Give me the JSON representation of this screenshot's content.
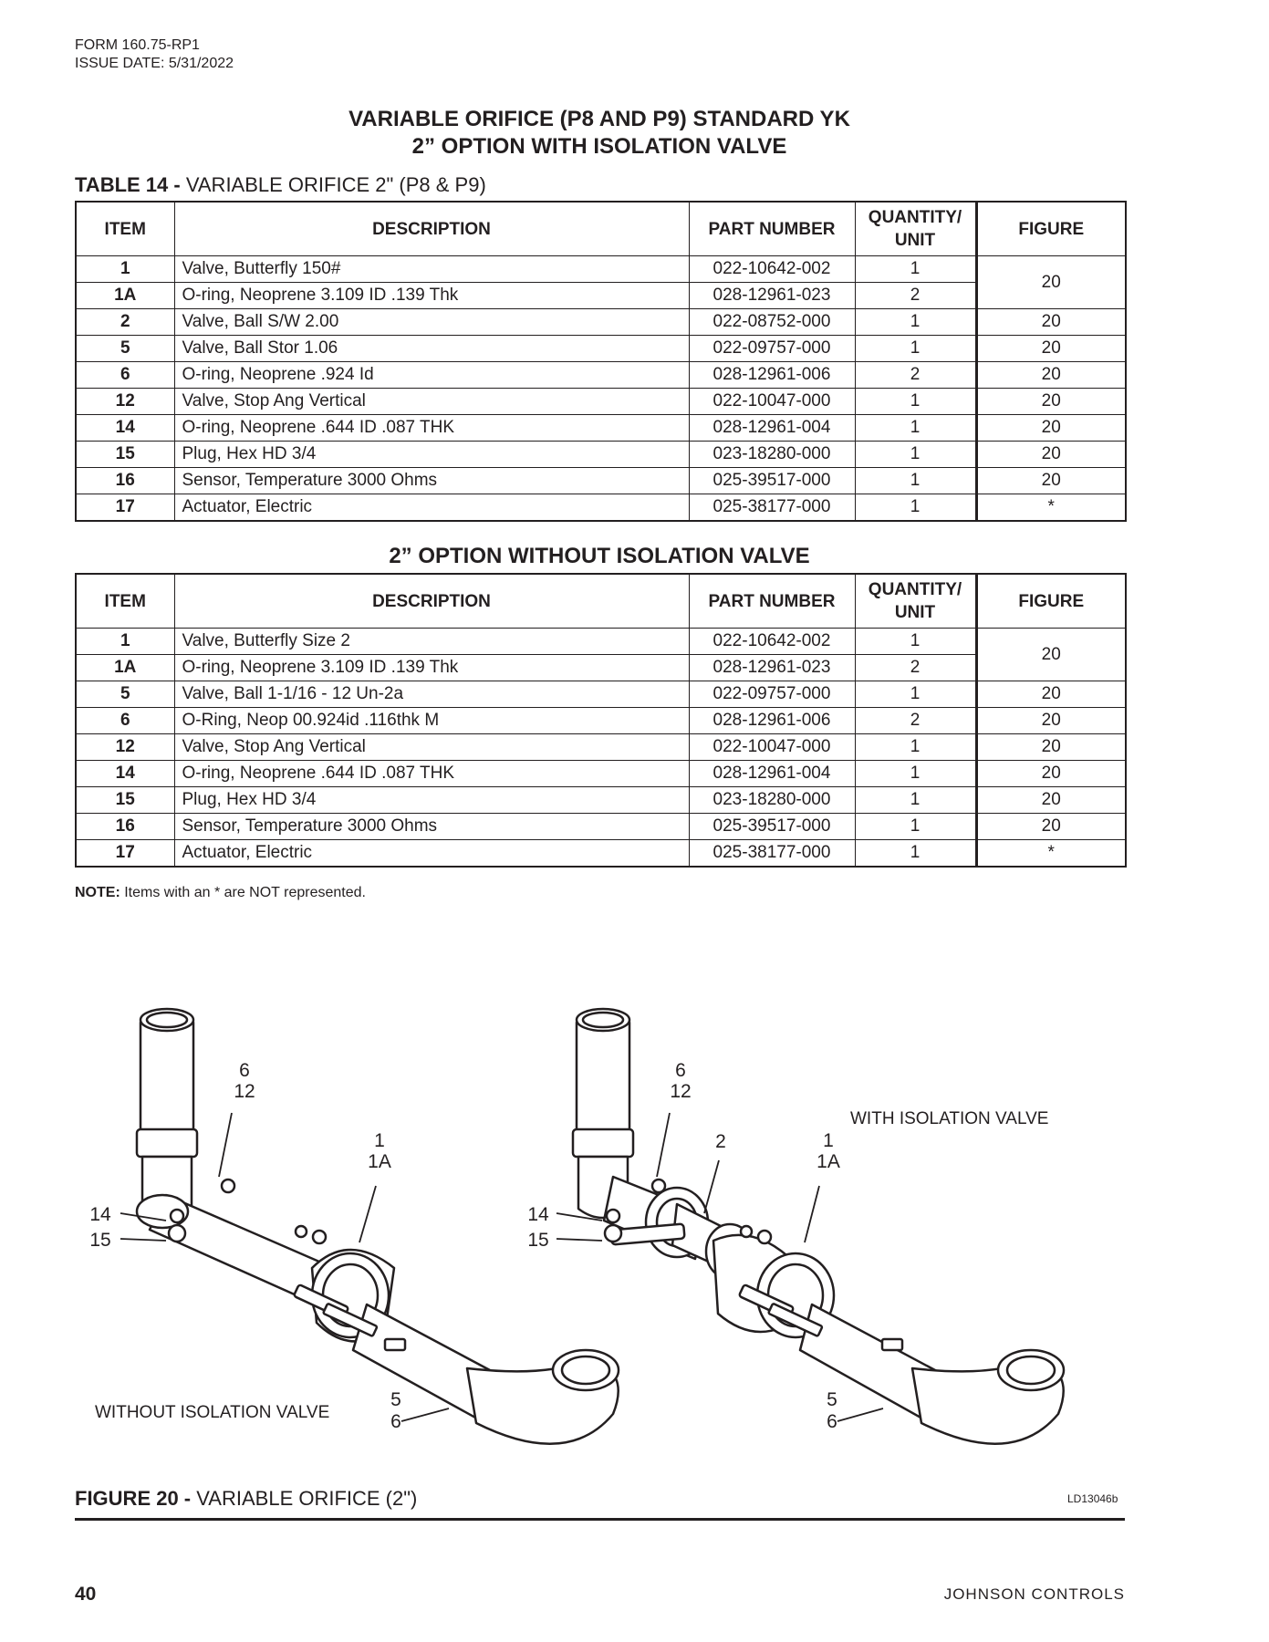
{
  "header": {
    "form": "FORM 160.75-RP1",
    "issue": "ISSUE DATE: 5/31/2022"
  },
  "title_line1": "VARIABLE ORIFICE (P8 AND P9) STANDARD YK",
  "title_line2": "2” OPTION WITH ISOLATION VALVE",
  "table_caption": {
    "label": "TABLE 14 -",
    "text": "VARIABLE ORIFICE 2\" (P8 & P9)"
  },
  "columns": {
    "item": "ITEM",
    "description": "DESCRIPTION",
    "part": "PART NUMBER",
    "qty": "QUANTITY/ UNIT",
    "figure": "FIGURE"
  },
  "table1": {
    "rows": [
      {
        "item": "1",
        "description": "Valve, Butterfly 150#",
        "part": "022-10642-002",
        "qty": "1",
        "figure": "20"
      },
      {
        "item": "1A",
        "description": "O-ring, Neoprene 3.109 ID .139 Thk",
        "part": "028-12961-023",
        "qty": "2",
        "figure": ""
      },
      {
        "item": "2",
        "description": "Valve, Ball S/W 2.00",
        "part": "022-08752-000",
        "qty": "1",
        "figure": "20"
      },
      {
        "item": "5",
        "description": "Valve, Ball Stor 1.06",
        "part": "022-09757-000",
        "qty": "1",
        "figure": "20"
      },
      {
        "item": "6",
        "description": "O-ring, Neoprene .924 Id",
        "part": "028-12961-006",
        "qty": "2",
        "figure": "20"
      },
      {
        "item": "12",
        "description": "Valve, Stop Ang Vertical",
        "part": "022-10047-000",
        "qty": "1",
        "figure": "20"
      },
      {
        "item": "14",
        "description": "O-ring, Neoprene .644 ID .087 THK",
        "part": "028-12961-004",
        "qty": "1",
        "figure": "20"
      },
      {
        "item": "15",
        "description": "Plug, Hex HD 3/4",
        "part": "023-18280-000",
        "qty": "1",
        "figure": "20"
      },
      {
        "item": "16",
        "description": "Sensor, Temperature 3000 Ohms",
        "part": "025-39517-000",
        "qty": "1",
        "figure": "20"
      },
      {
        "item": "17",
        "description": "Actuator, Electric",
        "part": "025-38177-000",
        "qty": "1",
        "figure": "*"
      }
    ]
  },
  "section2_title": "2” OPTION WITHOUT ISOLATION VALVE",
  "table2": {
    "rows": [
      {
        "item": "1",
        "description": "Valve, Butterfly Size 2",
        "part": "022-10642-002",
        "qty": "1",
        "figure": "20"
      },
      {
        "item": "1A",
        "description": "O-ring, Neoprene 3.109 ID .139 Thk",
        "part": "028-12961-023",
        "qty": "2",
        "figure": ""
      },
      {
        "item": "5",
        "description": "Valve, Ball 1-1/16 - 12 Un-2a",
        "part": "022-09757-000",
        "qty": "1",
        "figure": "20"
      },
      {
        "item": "6",
        "description": "O-Ring, Neop 00.924id .116thk M",
        "part": "028-12961-006",
        "qty": "2",
        "figure": "20"
      },
      {
        "item": "12",
        "description": "Valve, Stop Ang Vertical",
        "part": "022-10047-000",
        "qty": "1",
        "figure": "20"
      },
      {
        "item": "14",
        "description": "O-ring, Neoprene .644 ID .087 THK",
        "part": "028-12961-004",
        "qty": "1",
        "figure": "20"
      },
      {
        "item": "15",
        "description": "Plug, Hex HD 3/4",
        "part": "023-18280-000",
        "qty": "1",
        "figure": "20"
      },
      {
        "item": "16",
        "description": "Sensor, Temperature 3000 Ohms",
        "part": "025-39517-000",
        "qty": "1",
        "figure": "20"
      },
      {
        "item": "17",
        "description": "Actuator, Electric",
        "part": "025-38177-000",
        "qty": "1",
        "figure": "*"
      }
    ]
  },
  "note": {
    "label": "NOTE:",
    "text": "Items with an * are NOT represented."
  },
  "figure": {
    "without_label": "WITHOUT ISOLATION VALVE",
    "with_label": "WITH ISOLATION VALVE",
    "callouts": {
      "c6": "6",
      "c12": "12",
      "c1": "1",
      "c1a": "1A",
      "c14": "14",
      "c15": "15",
      "c5": "5",
      "c2": "2"
    },
    "caption_label": "FIGURE 20 -",
    "caption_text": "VARIABLE ORIFICE (2\")",
    "code": "LD13046b"
  },
  "footer": {
    "page": "40",
    "brand": "JOHNSON CONTROLS"
  }
}
